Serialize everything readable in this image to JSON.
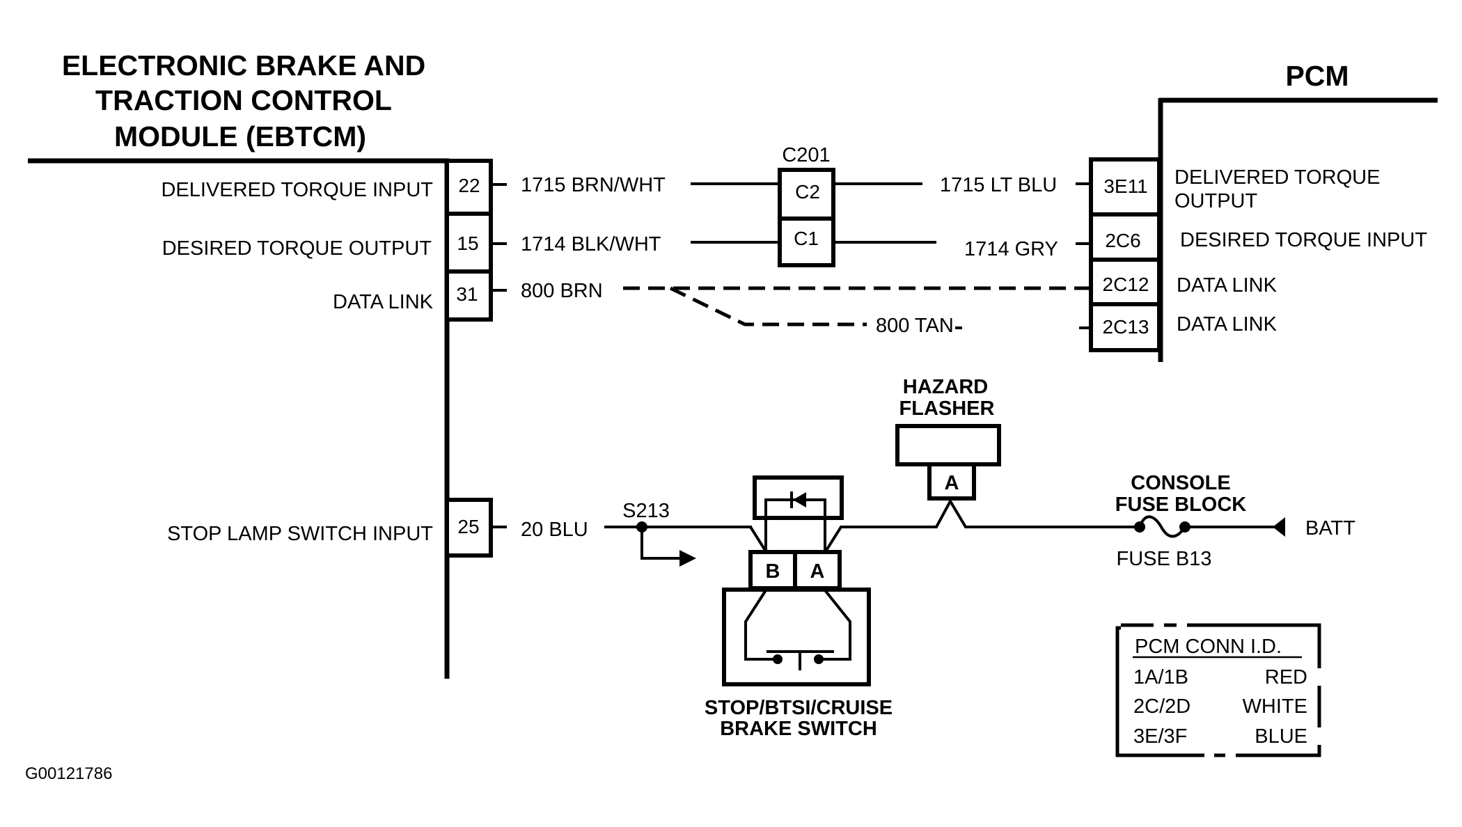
{
  "figure_id": "G00121786",
  "ebtcm": {
    "title_lines": [
      "ELECTRONIC BRAKE AND",
      "TRACTION CONTROL",
      "MODULE (EBTCM)"
    ],
    "pins": [
      {
        "pin": "22",
        "function": "DELIVERED TORQUE INPUT",
        "wire": "1715 BRN/WHT"
      },
      {
        "pin": "15",
        "function": "DESIRED TORQUE OUTPUT",
        "wire": "1714 BLK/WHT"
      },
      {
        "pin": "31",
        "function": "DATA LINK",
        "wire": "800 BRN"
      },
      {
        "pin": "25",
        "function": "STOP LAMP SWITCH INPUT",
        "wire": "20 BLU"
      }
    ]
  },
  "c201": {
    "label": "C201",
    "pins": [
      "C2",
      "C1"
    ]
  },
  "pcm": {
    "title": "PCM",
    "pins": [
      {
        "pin": "3E11",
        "function_lines": [
          "DELIVERED TORQUE",
          "OUTPUT"
        ],
        "wire": "1715 LT BLU"
      },
      {
        "pin": "2C6",
        "function_lines": [
          "DESIRED TORQUE INPUT"
        ],
        "wire": "1714 GRY"
      },
      {
        "pin": "2C12",
        "function_lines": [
          "DATA LINK"
        ],
        "wire": ""
      },
      {
        "pin": "2C13",
        "function_lines": [
          "DATA LINK"
        ],
        "wire": "800 TAN"
      }
    ]
  },
  "splice": {
    "label": "S213"
  },
  "brake_switch": {
    "label_lines": [
      "STOP/BTSI/CRUISE",
      "BRAKE SWITCH"
    ],
    "pins": [
      "B",
      "A"
    ]
  },
  "hazard_flasher": {
    "label_lines": [
      "HAZARD",
      "FLASHER"
    ],
    "pin": "A"
  },
  "fuse_block": {
    "label_lines": [
      "CONSOLE",
      "FUSE BLOCK"
    ],
    "fuse": "FUSE B13"
  },
  "battery": {
    "label": "BATT"
  },
  "conn_id_table": {
    "title": "PCM CONN I.D.",
    "rows": [
      {
        "conn": "1A/1B",
        "color": "RED"
      },
      {
        "conn": "2C/2D",
        "color": "WHITE"
      },
      {
        "conn": "3E/3F",
        "color": "BLUE"
      }
    ]
  }
}
